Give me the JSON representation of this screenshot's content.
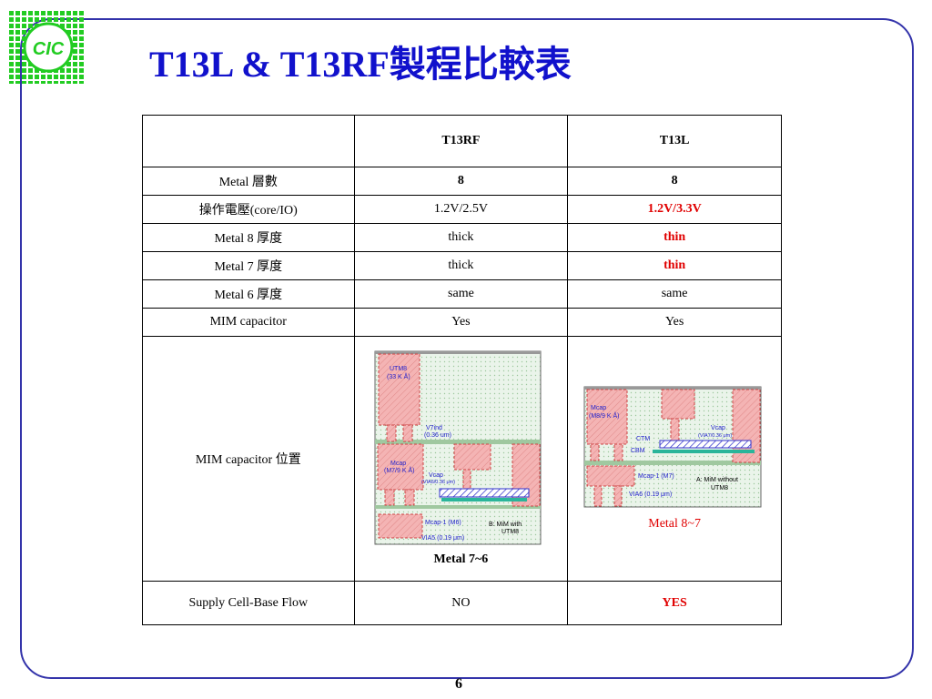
{
  "logo": {
    "text": "CIC"
  },
  "title": "T13L & T13RF製程比較表",
  "table": {
    "headers": [
      "",
      "T13RF",
      "T13L"
    ],
    "rows": [
      {
        "label": "Metal 層數",
        "t13rf": "8",
        "t13l": "8",
        "t13rf_bold": true,
        "t13l_bold": true
      },
      {
        "label": "操作電壓(core/IO)",
        "t13rf": "1.2V/2.5V",
        "t13l": "1.2V/3.3V",
        "t13l_red": true
      },
      {
        "label": "Metal 8 厚度",
        "t13rf": "thick",
        "t13l": "thin",
        "t13l_red": true
      },
      {
        "label": "Metal 7 厚度",
        "t13rf": "thick",
        "t13l": "thin",
        "t13l_red": true
      },
      {
        "label": "Metal 6 厚度",
        "t13rf": "same",
        "t13l": "same"
      },
      {
        "label": "MIM capacitor",
        "t13rf": "Yes",
        "t13l": "Yes"
      }
    ],
    "mim_position_label": "MIM capacitor 位置",
    "t13rf_diagram": {
      "labels": {
        "utm8": "UTM8",
        "utm8_thk": "(33 K Å)",
        "v7ind": "V7ind",
        "v7ind_w": "(0.36 um)",
        "mcap": "Mcap",
        "mcap_thk": "(M7/9 K Å)",
        "vcap": "Vcap",
        "vcap_via": "(VIA6/0.36 μm)",
        "mcap1": "Mcap-1 (M6)",
        "via5": "VIA5 (0.19 μm)",
        "b_note_1": "B: MiM with",
        "b_note_2": "UTM8"
      },
      "caption": "Metal 7~6"
    },
    "t13l_diagram": {
      "labels": {
        "mcap": "Mcap",
        "mcap_thk": "(M8/9 K Å)",
        "vcap": "Vcap",
        "vcap_via": "(VIA7/0.36 μm)",
        "ctm": "CTM",
        "cbm": "CBM",
        "mcap1": "Mcap-1 (M7)",
        "via6": "VIA6 (0.19 μm)",
        "a_note_1": "A: MiM without",
        "a_note_2": "UTM8"
      },
      "caption": "Metal 8~7"
    },
    "last_row": {
      "label": "Supply Cell-Base Flow",
      "t13rf": "NO",
      "t13l": "YES"
    }
  },
  "page_number": "6",
  "colors": {
    "frame": "#3333aa",
    "title": "#1111cc",
    "highlight": "#e00000",
    "logo_green": "#22cc22",
    "metal_pink": "#f4b4b4",
    "dielectric": "#e6f2e6",
    "label_blue": "#2222cc"
  }
}
